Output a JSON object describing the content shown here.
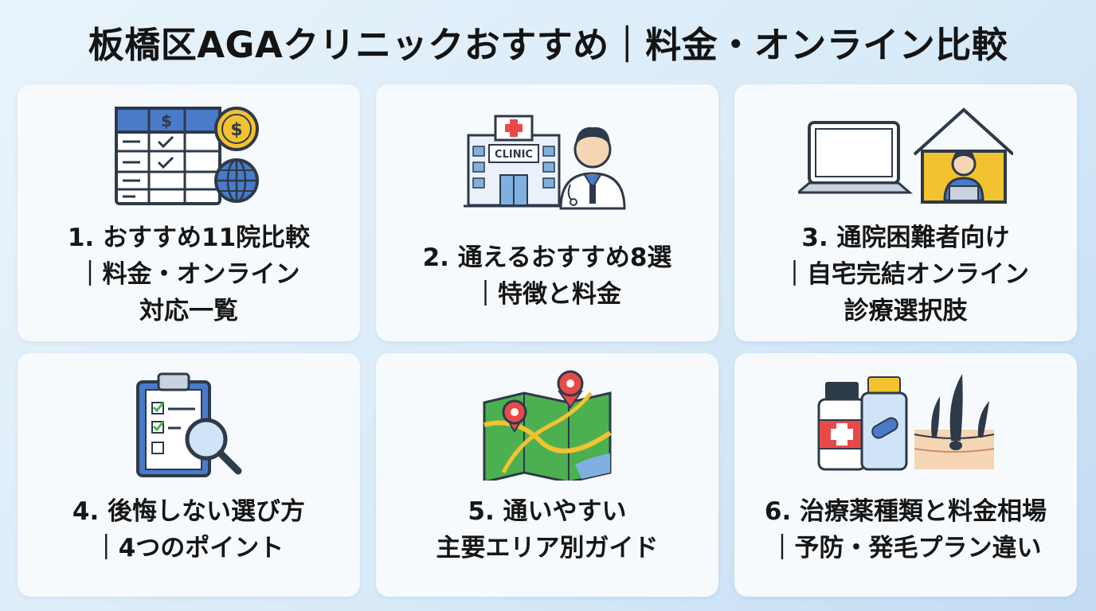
{
  "title": "板橋区AGAクリニックおすすめ｜料金・オンライン比較",
  "cards": [
    {
      "icon": "price-table-globe-icon",
      "lines": [
        "1. おすすめ11院比較",
        "｜料金・オンライン",
        "対応一覧"
      ]
    },
    {
      "icon": "clinic-doctor-icon",
      "lines": [
        "2. 通えるおすすめ8選",
        "｜特徴と料金"
      ],
      "icon_text": "CLINIC"
    },
    {
      "icon": "laptop-home-icon",
      "lines": [
        "3. 通院困難者向け",
        "｜自宅完結オンライン",
        "診療選択肢"
      ]
    },
    {
      "icon": "checklist-magnifier-icon",
      "lines": [
        "4. 後悔しない選び方",
        "｜4つのポイント"
      ]
    },
    {
      "icon": "map-pins-icon",
      "lines": [
        "5. 通いやすい",
        "主要エリア別ガイド"
      ]
    },
    {
      "icon": "medicine-hair-icon",
      "lines": [
        "6. 治療薬種類と料金相場",
        "｜予防・発毛プラン違い"
      ]
    }
  ],
  "colors": {
    "blue": "#4a7bc8",
    "gold": "#f2c230",
    "red": "#e84a4a",
    "skin": "#f6d5b5",
    "green": "#4cb050",
    "dark": "#2d3a4a"
  }
}
